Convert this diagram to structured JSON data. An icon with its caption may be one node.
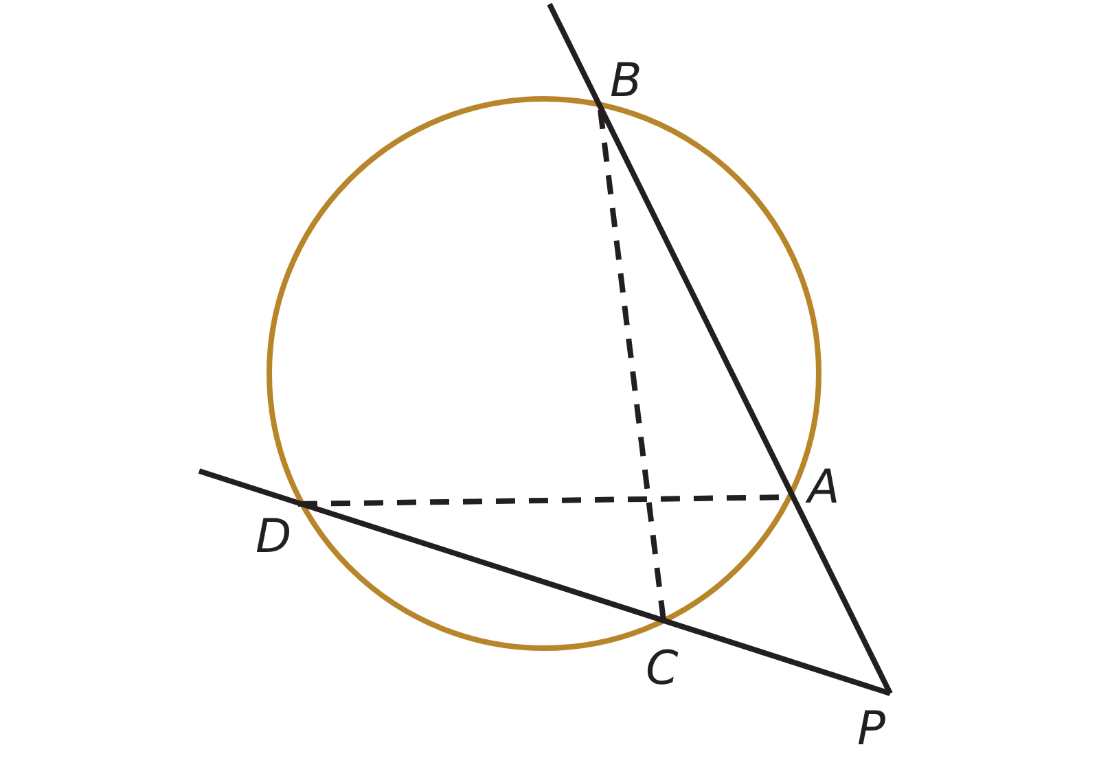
{
  "diagram": {
    "labels": [
      "B",
      "A",
      "D",
      "C",
      "P"
    ]
  }
}
